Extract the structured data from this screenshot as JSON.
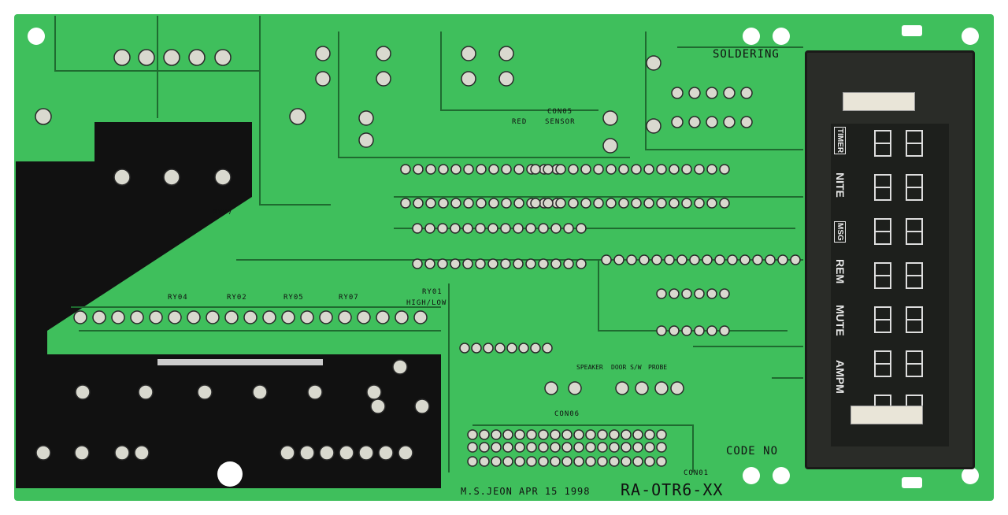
{
  "board": {
    "soldering_label": "SOLDERING",
    "code_label": "CODE NO",
    "author_date": "M.S.JEON APR 15 1998",
    "part_number": "RA-OTR6-XX",
    "con01": "CON01",
    "con05": "CON05",
    "sensor": "SENSOR",
    "red": "RED",
    "speaker": "SPEAKER",
    "door_sw": "DOOR S/W",
    "probe": "PROBE",
    "con06": "CON06",
    "relays": [
      "RY07",
      "RY04",
      "RY02",
      "RY05",
      "RY07",
      "RY01"
    ],
    "high_low": "HIGH/LOW"
  },
  "display": {
    "labels": [
      "TIMER",
      "NITE",
      "MSG",
      "REM",
      "MUTE",
      "AMPM"
    ],
    "background_color": "#1d1f1c",
    "segment_color": "#dddddd"
  },
  "colors": {
    "board_green": "#3fbf5c",
    "copper_black": "#111111",
    "pad_silver": "#d9d9cf"
  }
}
